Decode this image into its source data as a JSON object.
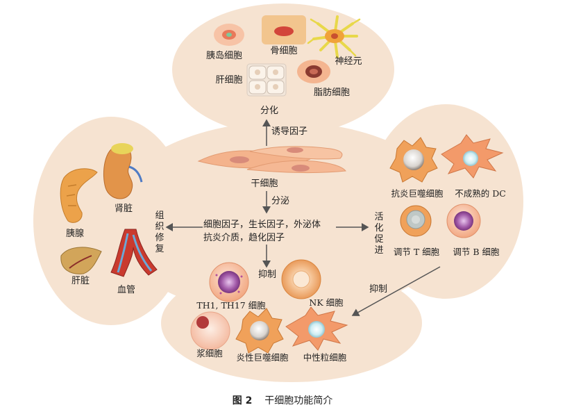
{
  "colors": {
    "background_blob": "#f6e3d1",
    "arrow": "#555555",
    "stem_cell": "#f4b38c",
    "stem_cell_nucleus": "#d88b7a",
    "macrophage": "#f0a15a",
    "dc": "#f39a6a",
    "cell_pink": "#f6b49c",
    "nucleus_purple": "#8b3e8e",
    "nucleus_lightblue": "#bde3ea",
    "nucleus_grey": "#8a8a8a"
  },
  "top": {
    "pancreatic_islet_cell": "胰岛细胞",
    "bone_cell": "骨细胞",
    "neuron": "神经元",
    "liver_cell": "肝细胞",
    "fat_cell": "脂肪细胞",
    "differentiation": "分化",
    "inducing_factor": "诱导因子"
  },
  "center": {
    "stem_cell": "干细胞",
    "secretion": "分泌",
    "factors_line1": "细胞因子，生长因子，外泌体",
    "factors_line2": "抗炎介质，趋化因子"
  },
  "left": {
    "tissue_repair": [
      "组",
      "织",
      "修",
      "复"
    ],
    "kidney": "肾脏",
    "pancreas": "胰腺",
    "liver": "肝脏",
    "blood_vessel": "血管"
  },
  "right": {
    "activate_promote": [
      "活",
      "化",
      "促",
      "进"
    ],
    "anti_inflammatory_macrophage": "抗炎巨噬细胞",
    "immature_dc": "不成熟的 DC",
    "regulatory_t": "调节 T 细胞",
    "regulatory_b": "调节 B 细胞",
    "inhibit": "抑制"
  },
  "bottom": {
    "inhibit": "抑制",
    "th_cells": "TH1, TH17 细胞",
    "nk_cell": "NK 细胞",
    "plasma_cell": "浆细胞",
    "inflammatory_macrophage": "炎性巨噬细胞",
    "neutrophil": "中性粒细胞"
  },
  "caption": {
    "figure_no": "图 2",
    "title": "干细胞功能简介"
  }
}
